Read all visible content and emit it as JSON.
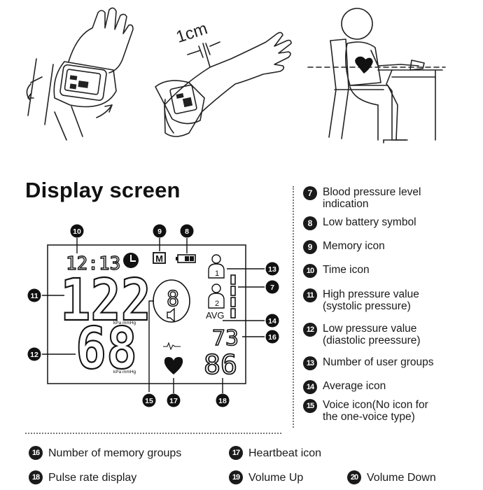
{
  "illustration": {
    "distance_label": "1cm"
  },
  "title": "Display screen",
  "screen": {
    "time": "12:13",
    "memory_letter": "M",
    "systolic": "122",
    "diastolic": "68",
    "unit_top": "kPa mmHg",
    "unit_bottom": "kPa mmHg",
    "voice_digit": "8",
    "avg_label": "AVG",
    "user1": "1",
    "user2": "2",
    "memory_groups": "73",
    "pulse": "86"
  },
  "callouts": {
    "c7": "7",
    "c8": "8",
    "c9": "9",
    "c10": "10",
    "c11": "11",
    "c12": "12",
    "c13": "13",
    "c14": "14",
    "c15": "15",
    "c16": "16",
    "c17": "17",
    "c18": "18"
  },
  "legend": [
    {
      "n": "7",
      "text": [
        "Blood pressure level",
        "indication"
      ]
    },
    {
      "n": "8",
      "text": [
        "Low battery symbol"
      ]
    },
    {
      "n": "9",
      "text": [
        "Memory icon"
      ]
    },
    {
      "n": "10",
      "text": [
        "Time icon"
      ]
    },
    {
      "n": "11",
      "text": [
        "High pressure value",
        "(systolic pressure)"
      ]
    },
    {
      "n": "12",
      "text": [
        "Low pressure value",
        "(diastolic preessure)"
      ]
    },
    {
      "n": "13",
      "text": [
        "Number of user groups"
      ]
    },
    {
      "n": "14",
      "text": [
        "Average icon"
      ]
    },
    {
      "n": "15",
      "text": [
        "Voice icon(No icon for",
        "the one-voice type)"
      ]
    }
  ],
  "bottom_legend": [
    {
      "n": "16",
      "text": "Number of memory groups"
    },
    {
      "n": "17",
      "text": "Heartbeat icon"
    },
    {
      "n": "18",
      "text": "Pulse rate display"
    },
    {
      "n": "19",
      "text": "Volume Up"
    },
    {
      "n": "20",
      "text": "Volume Down"
    }
  ]
}
